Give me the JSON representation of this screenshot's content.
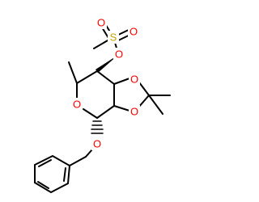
{
  "atoms": {
    "s1": "S",
    "o_sulfonyl_left": "O",
    "o_sulfonyl_right": "O",
    "o_mesylate": "O",
    "o_dioxolane_top": "O",
    "o_dioxolane_bottom": "O",
    "o_ring": "O",
    "o_benzyl": "O"
  },
  "colors": {
    "oxygen": "#ff0000",
    "sulfur": "#c8a000",
    "bond": "#000000",
    "background": "#ffffff"
  }
}
